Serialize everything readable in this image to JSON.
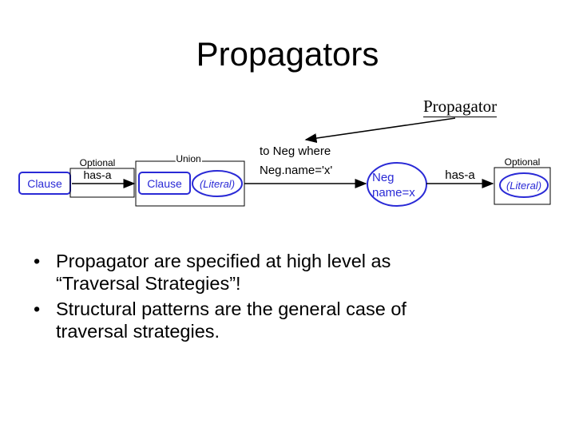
{
  "slide": {
    "title": "Propagators",
    "callout": "Propagator"
  },
  "diagram": {
    "clause_left": "Clause",
    "optional_left": "Optional",
    "has_a_left": "has-a",
    "union_label": "Union",
    "clause_union": "Clause",
    "literal_union": "(Literal)",
    "note_line1": "to Neg where",
    "note_line2": "Neg.name='x'",
    "neg_line1": "Neg",
    "neg_line2": "name=x",
    "has_a_right": "has-a",
    "optional_right": "Optional",
    "literal_right": "(Literal)",
    "colors": {
      "blue": "#2a2ad6",
      "box": "#000000"
    }
  },
  "bullets": [
    {
      "line1": "Propagator are specified at high level as",
      "line2": "“Traversal Strategies”!"
    },
    {
      "line1": "Structural patterns are the general case of",
      "line2": "traversal strategies."
    }
  ]
}
